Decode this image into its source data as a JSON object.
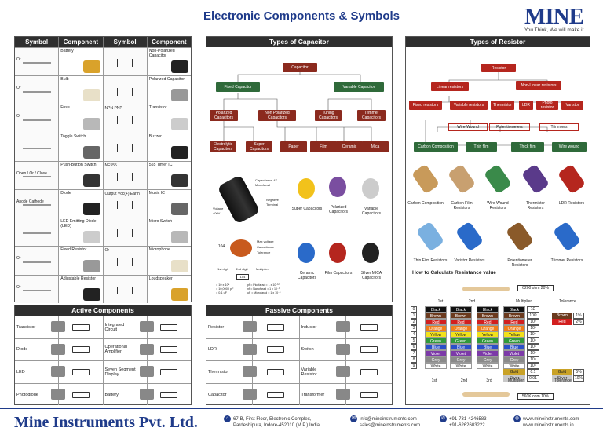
{
  "title": "Electronic Components & Symbols",
  "logo": {
    "mark": "MINE",
    "tagline": "You Think, We will make it."
  },
  "symbol_table": {
    "headers": [
      "Symbol",
      "Component",
      "Symbol",
      "Component"
    ],
    "rows": [
      {
        "left_sym": "Or",
        "left": "Battery",
        "right": "Non-Polarized Capacitor"
      },
      {
        "left_sym": "Or",
        "left": "Bulb",
        "right": "Polarized Capacitor"
      },
      {
        "left_sym": "Or",
        "left": "Fuse",
        "right_sym": "NPN   PNP",
        "right": "Transistor"
      },
      {
        "left_sym": "",
        "left": "Toggle Switch",
        "right": "Buzzer"
      },
      {
        "left_sym": "Open / Or / Close",
        "left": "Push-Button Switch",
        "right_sym": "NE555",
        "right": "555 Timer IC"
      },
      {
        "left_sym": "Anode  Cathode",
        "left": "Diode",
        "right_sym": "Output Vcc(+) Earth",
        "right": "Music IC"
      },
      {
        "left_sym": "",
        "left": "LED Emitting Diode (LED)",
        "right": "Micro Switch"
      },
      {
        "left_sym": "Or",
        "left": "Fixed Resistor",
        "right_sym": "Or",
        "right": "Microphone"
      },
      {
        "left_sym": "Or",
        "left": "Adjustable Resistor",
        "right": "Loudspeaker"
      }
    ]
  },
  "capacitor": {
    "heading": "Types of Capacitor",
    "root": "Capacitor",
    "fixed": "Fixed Capacitor",
    "variable": "Variable Capacitor",
    "polarized": "Polarized Capacitors",
    "nonpolarized": "Non Polarized Capacitors",
    "tuning": "Tuning Capacitors",
    "trimmer": "Trimmer Capacitors",
    "leaves": [
      "Electrolytic Capacitors",
      "Super Capacitors",
      "Paper",
      "Film",
      "Ceramic",
      "Mica"
    ],
    "ann": {
      "capacitance": "Capacitance 47 Microfarad",
      "negative": "Negative Terminal",
      "voltage": "Voltage 400V",
      "maxv": "Max voltage",
      "cap": "Capacitance",
      "tol": "Tolerance",
      "code": "104",
      "d1": "1st digit",
      "d2": "2nd digit",
      "mult": "Multiplier",
      "formula": "= 10 x 10⁴\n= 10,0000 pF\n= 0.1 uF",
      "units": "pF= Picofarad = 1 x 10⁻¹²\nnF= Nanofarad = 1 x 10⁻⁹\nuF = Microfarad = 1 x 10⁻⁶"
    },
    "pics": [
      "Super Capacitors",
      "Polarized Capacitors",
      "Variable Capacitors",
      "Ceramic Capacitors",
      "Film Capacitors",
      "Silver MICA Capacitors"
    ]
  },
  "resistor": {
    "heading": "Types of Resistor",
    "root": "Resistor",
    "linear": "Linear resistors",
    "nonlinear": "Non-Linear resistors",
    "l2": [
      "Fixed resistors",
      "Variable resistors",
      "Thermistor",
      "LDR",
      "Photo resistor",
      "Varistor"
    ],
    "l3": [
      "Wire-Wound",
      "Potentiometers",
      "Trimmers"
    ],
    "l4": [
      "Carbon Composition",
      "Thin film",
      "Thick film",
      "Wire wound"
    ],
    "pics": [
      "Carbon Composition",
      "Carbon Film Resistors",
      "Wire Wound Resistors",
      "Thermistor Resistors",
      "LDR Resistors",
      "Thin Film Resistors",
      "Varistor Resistors",
      "Potentiometer Resistors",
      "Trimmer Resistors"
    ],
    "calc_title": "How to Calculate Resistance value",
    "ex1": "6200 ohm 20%",
    "ex2": "560K ohm 10%",
    "col_labels": [
      "1st",
      "2nd",
      "Multiplier",
      "Tolerance"
    ],
    "bottom_labels": [
      "1st",
      "2nd",
      "3rd",
      "Multiplier",
      "Tolerance"
    ],
    "digits": [
      "0",
      "1",
      "2",
      "3",
      "4",
      "5",
      "6",
      "7",
      "8",
      "9"
    ],
    "colors": [
      {
        "n": "Black",
        "c": "#111111"
      },
      {
        "n": "Brown",
        "c": "#6b3a1e"
      },
      {
        "n": "Red",
        "c": "#d21f1f"
      },
      {
        "n": "Orange",
        "c": "#f07d1a"
      },
      {
        "n": "Yellow",
        "c": "#f2e21b"
      },
      {
        "n": "Green",
        "c": "#2f9a3a"
      },
      {
        "n": "Blue",
        "c": "#2a4fc9"
      },
      {
        "n": "Violet",
        "c": "#7c3aa8"
      },
      {
        "n": "Grey",
        "c": "#8a8a8a"
      },
      {
        "n": "White",
        "c": "#ffffff"
      }
    ],
    "mult": [
      "1Ω",
      "10Ω",
      "10²",
      "10³",
      "10⁴",
      "10⁵",
      "10⁶",
      "10⁷",
      "10⁸",
      "10⁹",
      "0.1",
      "0.01"
    ],
    "gold": "Gold",
    "silver": "Silver",
    "tol": [
      {
        "n": "Brown",
        "v": "1%"
      },
      {
        "n": "Red",
        "v": "2%"
      },
      {
        "n": "Gold",
        "v": "5%"
      },
      {
        "n": "Silver",
        "v": "10%"
      }
    ]
  },
  "active": {
    "heading": "Active Components",
    "items": [
      "Transistor",
      "Integrated Circuit",
      "Diode",
      "Operational Amplifier",
      "LED",
      "Seven Segment Display",
      "Photodiode",
      "Battery"
    ]
  },
  "passive": {
    "heading": "Passive Components",
    "items": [
      "Resistor",
      "Inductor",
      "LDR",
      "Switch",
      "Thermistor",
      "Variable Resistor",
      "Capacitor",
      "Transformer"
    ]
  },
  "footer": {
    "company": "Mine Instruments Pvt. Ltd.",
    "addr1": "67-B, First Floor, Electronic Complex,",
    "addr2": "Pardeshipura, Indore-452010 (M.P.) India",
    "email1": "info@mineinstruments.com",
    "email2": "sales@mineinstruments.com",
    "ph1": "+91-731-4246583",
    "ph2": "+91-6262603222",
    "web1": "www.mineinstruments.com",
    "web2": "www.mineinstruments.in"
  }
}
